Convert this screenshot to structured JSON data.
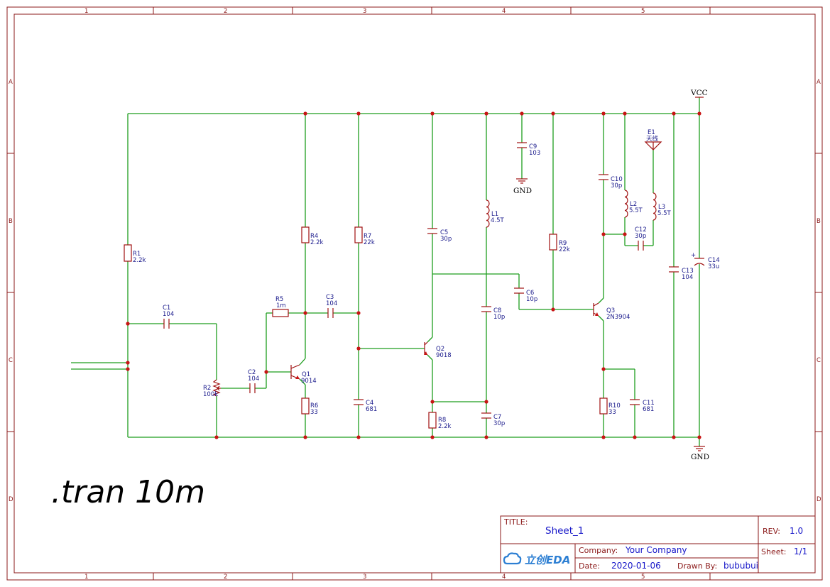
{
  "zones": {
    "cols": [
      "1",
      "2",
      "3",
      "4",
      "5"
    ],
    "rows": [
      "A",
      "B",
      "C",
      "D"
    ]
  },
  "nets": {
    "vcc": "VCC",
    "gnd_top": "GND",
    "gnd_bottom": "GND"
  },
  "components": {
    "R1": {
      "ref": "R1",
      "val": "2.2k"
    },
    "R2": {
      "ref": "R2",
      "val": "100k"
    },
    "R4": {
      "ref": "R4",
      "val": "2.2k"
    },
    "R5": {
      "ref": "R5",
      "val": "1m"
    },
    "R6": {
      "ref": "R6",
      "val": "33"
    },
    "R7": {
      "ref": "R7",
      "val": "22k"
    },
    "R8": {
      "ref": "R8",
      "val": "2.2k"
    },
    "R9": {
      "ref": "R9",
      "val": "22k"
    },
    "R10": {
      "ref": "R10",
      "val": "33"
    },
    "C1": {
      "ref": "C1",
      "val": "104"
    },
    "C2": {
      "ref": "C2",
      "val": "104"
    },
    "C3": {
      "ref": "C3",
      "val": "104"
    },
    "C4": {
      "ref": "C4",
      "val": "681"
    },
    "C5": {
      "ref": "C5",
      "val": "30p"
    },
    "C6": {
      "ref": "C6",
      "val": "10p"
    },
    "C7": {
      "ref": "C7",
      "val": "30p"
    },
    "C8": {
      "ref": "C8",
      "val": "10p"
    },
    "C9": {
      "ref": "C9",
      "val": "103"
    },
    "C10": {
      "ref": "C10",
      "val": "30p"
    },
    "C11": {
      "ref": "C11",
      "val": "681"
    },
    "C12": {
      "ref": "C12",
      "val": "30p"
    },
    "C13": {
      "ref": "C13",
      "val": "104"
    },
    "C14": {
      "ref": "C14",
      "val": "33u"
    },
    "L1": {
      "ref": "L1",
      "val": "4.5T"
    },
    "L2": {
      "ref": "L2",
      "val": "5.5T"
    },
    "L3": {
      "ref": "L3",
      "val": "5.5T"
    },
    "Q1": {
      "ref": "Q1",
      "val": "9014"
    },
    "Q2": {
      "ref": "Q2",
      "val": "9018"
    },
    "Q3": {
      "ref": "Q3",
      "val": "2N3904"
    },
    "E1": {
      "ref": "E1",
      "val": "天线"
    }
  },
  "spice_directive": ".tran 10m",
  "title_block": {
    "title_label": "TITLE:",
    "title": "Sheet_1",
    "rev_label": "REV:",
    "rev": "1.0",
    "company_label": "Company:",
    "company": "Your Company",
    "sheet_label": "Sheet:",
    "sheet": "1/1",
    "date_label": "Date:",
    "date": "2020-01-06",
    "drawn_label": "Drawn By:",
    "drawn_by": "bububui",
    "logo_text": "立创EDA"
  },
  "colors": {
    "wire": "#1e9d1e",
    "component": "#a01010",
    "label": "#1a1a8c",
    "frame": "#8b1a1a"
  }
}
